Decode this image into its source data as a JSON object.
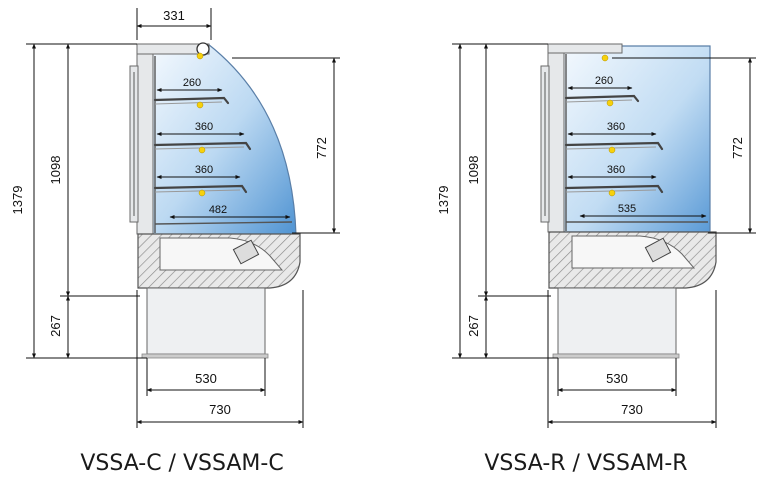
{
  "models": [
    {
      "caption": "VSSA-C / VSSAM-C",
      "dims": {
        "top_width": "331",
        "total_height": "1379",
        "inner_height": "1098",
        "glass_height": "772",
        "base_height": "267",
        "shelf_1": "260",
        "shelf_2": "360",
        "shelf_3": "360",
        "bottom_depth": "482",
        "base_width": "530",
        "total_width": "730"
      }
    },
    {
      "caption": "VSSA-R / VSSAM-R",
      "dims": {
        "total_height": "1379",
        "inner_height": "1098",
        "glass_height": "772",
        "base_height": "267",
        "shelf_1": "260",
        "shelf_2": "360",
        "shelf_3": "360",
        "bottom_depth": "535",
        "base_width": "530",
        "total_width": "730"
      }
    }
  ],
  "colors": {
    "glass_light": "#e8f2fb",
    "glass_dark": "#6aa8dc",
    "lamp": "#f7d10c"
  }
}
